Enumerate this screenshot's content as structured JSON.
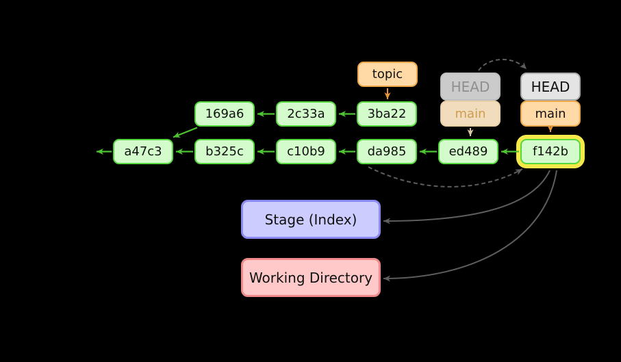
{
  "graph": {
    "commits": [
      {
        "id": "a47c3"
      },
      {
        "id": "b325c"
      },
      {
        "id": "c10b9"
      },
      {
        "id": "da985"
      },
      {
        "id": "ed489"
      },
      {
        "id": "f142b",
        "highlighted": true
      },
      {
        "id": "169a6"
      },
      {
        "id": "2c33a"
      },
      {
        "id": "3ba22"
      }
    ],
    "refs": {
      "topic": "topic",
      "head": "HEAD",
      "main": "main",
      "previous_head": "HEAD",
      "previous_main": "main"
    }
  },
  "panels": {
    "stage": "Stage (Index)",
    "working_directory": "Working Directory"
  },
  "colors": {
    "background": "#000000",
    "commit_fill": "#d4fbcc",
    "commit_border": "#54d83c",
    "edge_green": "#4ec433",
    "ref_orange_fill": "#ffd9a6",
    "ref_orange_border": "#eda94c",
    "head_fill": "#e4e4e4",
    "head_border": "#ababab",
    "highlight_yellow": "#f4e84b",
    "stage_fill": "#ccccff",
    "stage_border": "#8a8af0",
    "workdir_fill": "#ffc9c9",
    "workdir_border": "#f08a8a",
    "arrow_gray": "#5e5e5e"
  }
}
